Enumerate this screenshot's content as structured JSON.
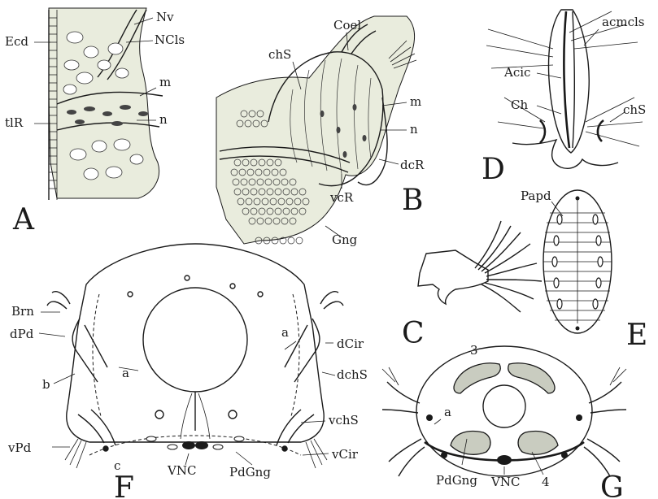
{
  "panels": {
    "A": {
      "letter": "A",
      "labels": {
        "nv": "Nv",
        "ecd": "Ecd",
        "ncls": "NCls",
        "m": "m",
        "tlr": "tlR",
        "n": "n"
      }
    },
    "B": {
      "letter": "B",
      "labels": {
        "chs": "chS",
        "coel": "Coel",
        "m": "m",
        "n": "n",
        "dcr": "dcR",
        "vcr": "vcR",
        "gng": "Gng"
      }
    },
    "C": {
      "letter": "C"
    },
    "D": {
      "letter": "D",
      "labels": {
        "acmcls": "acmcls",
        "acic": "Acic",
        "ch": "Ch",
        "chs": "chS"
      }
    },
    "E": {
      "letter": "E",
      "labels": {
        "papd": "Papd"
      }
    },
    "F": {
      "letter": "F",
      "labels": {
        "brn": "Brn",
        "dpd": "dPd",
        "b": "b",
        "a_left": "a",
        "a_right": "a",
        "dcir": "dCir",
        "dchs": "dchS",
        "vchs": "vchS",
        "vpd": "vPd",
        "c": "c",
        "vnc": "VNC",
        "pdgng": "PdGng",
        "vcir": "vCir"
      }
    },
    "G": {
      "letter": "G",
      "labels": {
        "three": "3",
        "a": "a",
        "pdgng": "PdGng",
        "vnc": "VNC",
        "four": "4"
      }
    }
  }
}
